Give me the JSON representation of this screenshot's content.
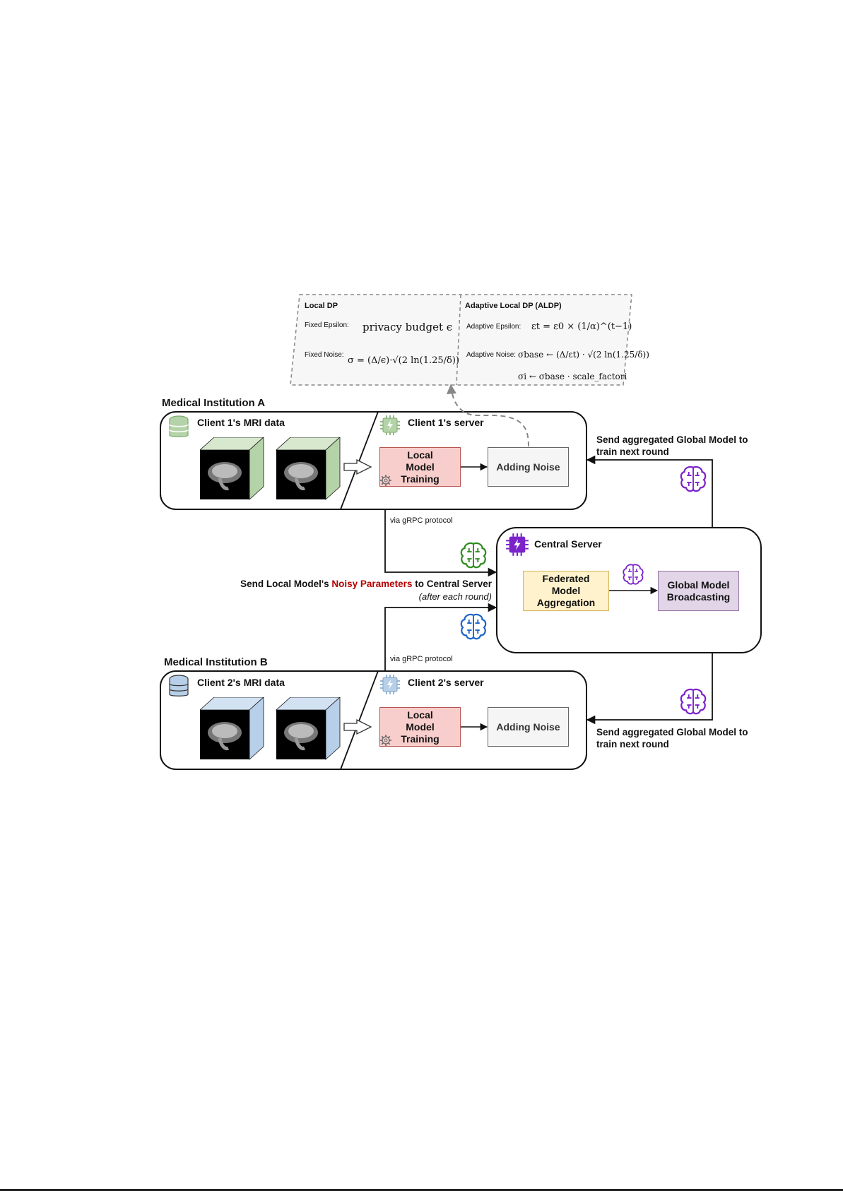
{
  "dp_panel": {
    "local_title": "Local DP",
    "fixed_epsilon_label": "Fixed Epsilon:",
    "fixed_epsilon_formula": "privacy budget ϵ",
    "fixed_noise_label": "Fixed Noise:",
    "fixed_noise_formula": "σ = (Δ/ϵ)·√(2 ln(1.25/δ))",
    "adaptive_title": "Adaptive Local DP (ALDP)",
    "adaptive_epsilon_label": "Adaptive Epsilon:",
    "adaptive_epsilon_formula": "εt = ε0 × (1/α)^(t−1)",
    "adaptive_noise_label": "Adaptive Noise:",
    "adaptive_noise_formula": "σbase ← (Δ/εt) · √(2 ln(1.25/δ))",
    "sigma_i_formula": "σi ← σbase · scale_factori"
  },
  "institution_a": {
    "title": "Medical Institution A",
    "data_label": "Client 1's MRI data",
    "server_label": "Client 1's server",
    "training_label": "Local Model Training",
    "noise_label": "Adding Noise",
    "accent": "#b5d3a8"
  },
  "institution_b": {
    "title": "Medical Institution B",
    "data_label": "Client 2's MRI data",
    "server_label": "Client 2's server",
    "training_label": "Local Model Training",
    "noise_label": "Adding Noise",
    "accent": "#b7cfe8"
  },
  "central": {
    "title": "Central Server",
    "aggregation_label": "Federated Model Aggregation",
    "broadcast_label": "Global Model Broadcasting"
  },
  "arrows": {
    "grpc_top": "via gRPC protocol",
    "grpc_bottom": "via gRPC protocol",
    "send_local_prefix": "Send Local Model's ",
    "send_local_highlight": "Noisy Parameters",
    "send_local_suffix": " to Central Server",
    "send_local_note": "(after each round)",
    "send_global_top": "Send aggregated Global Model to train next round",
    "send_global_bottom": "Send aggregated Global Model to train next round"
  },
  "colors": {
    "training_fill": "#f8cecc",
    "noise_fill": "#f5f5f5",
    "aggregation_fill": "#fff2cc",
    "broadcast_fill": "#e1d5e7",
    "highlight_text": "#b40000",
    "brain_purple": "#7b22c9",
    "brain_green": "#2e8b1e",
    "brain_blue": "#1e64c8"
  }
}
